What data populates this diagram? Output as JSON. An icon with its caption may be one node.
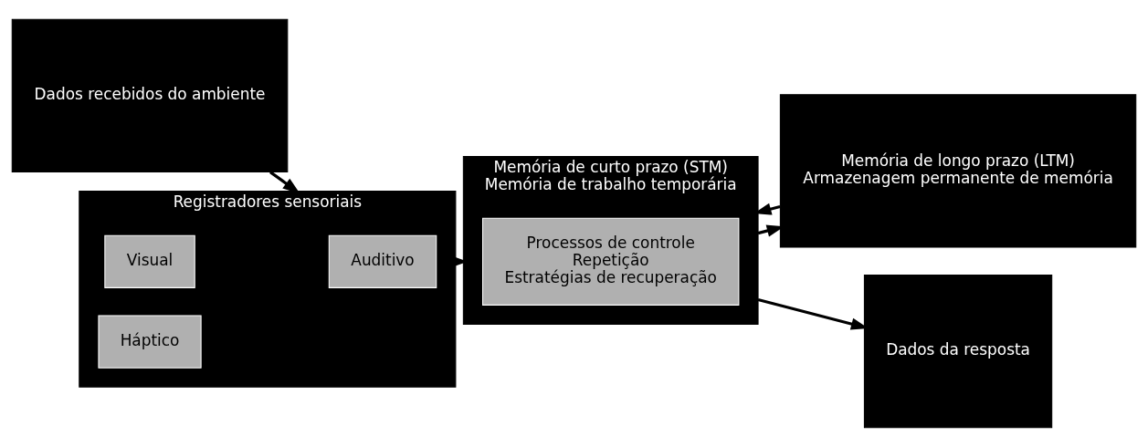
{
  "diagram": {
    "nodes": [
      {
        "text": [
          "Dados recebidos do ambiente"
        ]
      },
      {
        "text": [
          "Registradores sensoriais"
        ]
      },
      {
        "text": [
          "Visual"
        ],
        "in": 1
      },
      {
        "text": [
          "Auditivo"
        ],
        "in": 1
      },
      {
        "text": [
          "Háptico"
        ],
        "in": 1
      },
      {
        "text": [
          "Memória de curto prazo (STM)",
          "Memória de trabalho temporária"
        ]
      },
      {
        "text": [
          "Processos de controle",
          "Repetição",
          "Estratégias de recuperação"
        ],
        "in": 5
      },
      {
        "text": [
          "Memória de longo prazo (LTM)",
          "Armazenagem permanente de memória"
        ]
      },
      {
        "text": [
          "Dados da resposta"
        ]
      }
    ],
    "edges": [
      {
        "from": 0,
        "to": 1,
        "arrow": "to"
      },
      {
        "from": 1,
        "to": 5,
        "arrow": "to"
      },
      {
        "from": 5,
        "to": 7,
        "arrow": "to"
      },
      {
        "from": 7,
        "to": 5,
        "arrow": "to"
      },
      {
        "from": 5,
        "to": 8,
        "arrow": "to"
      }
    ]
  }
}
